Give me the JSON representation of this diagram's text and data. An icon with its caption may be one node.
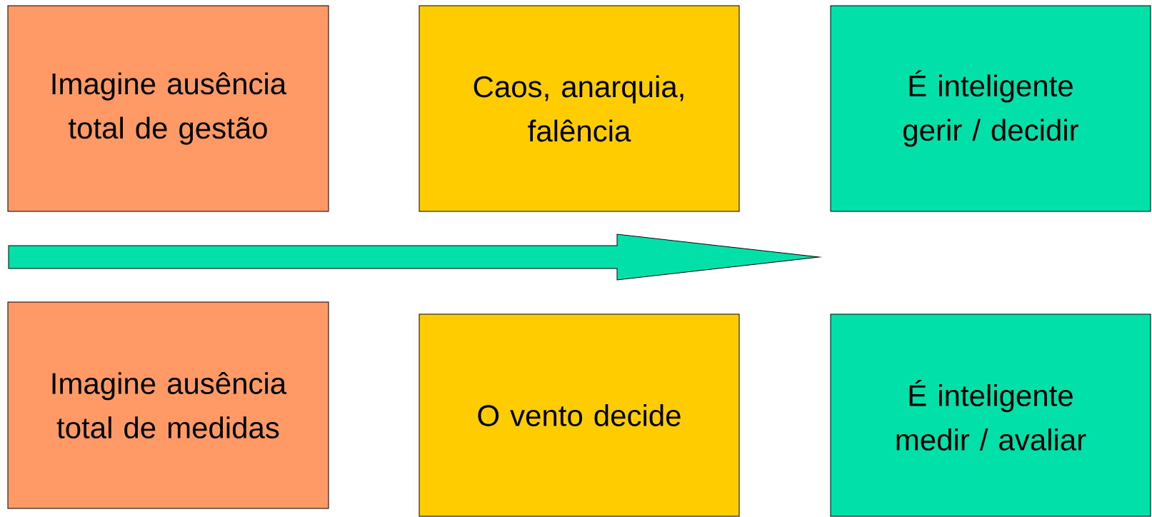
{
  "diagram": {
    "nodes": [
      {
        "text": [
          "Imagine ausência total de gestão"
        ]
      },
      {
        "text": [
          "Caos, anarquia, falência"
        ]
      },
      {
        "text": [
          "É inteligente gerir / decidir"
        ]
      },
      {
        "text": [
          "Imagine ausência total de medidas"
        ]
      },
      {
        "text": [
          "O vento decide"
        ]
      },
      {
        "text": [
          "É inteligente medir / avaliar"
        ]
      }
    ]
  }
}
